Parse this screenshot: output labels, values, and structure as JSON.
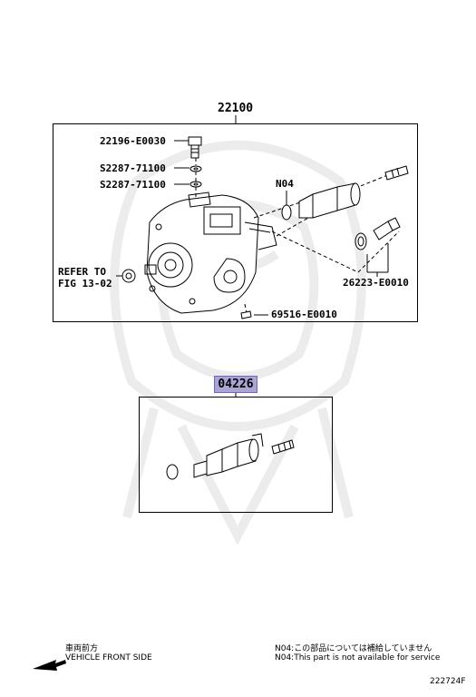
{
  "assembly": {
    "part_number": "22100"
  },
  "callouts": {
    "bolt": "22196-E0030",
    "washer_1": "S2287-71100",
    "washer_2": "S2287-71100",
    "oring": "N04",
    "refer_line1": "REFER TO",
    "refer_line2": "FIG 13-02",
    "gasket_kit": "26223-E0010",
    "clip": "69516-E0010"
  },
  "subassembly": {
    "part_number": "04226"
  },
  "footer": {
    "direction_jp": "車両前方",
    "direction_en": "VEHICLE FRONT SIDE",
    "note_jp": "N04:この部品については補給していません",
    "note_en": "N04:This part is not available for service",
    "figure_id": "222724F"
  },
  "colors": {
    "highlight": "#a9a6d6",
    "line": "#000000",
    "watermark": "#ececec"
  }
}
